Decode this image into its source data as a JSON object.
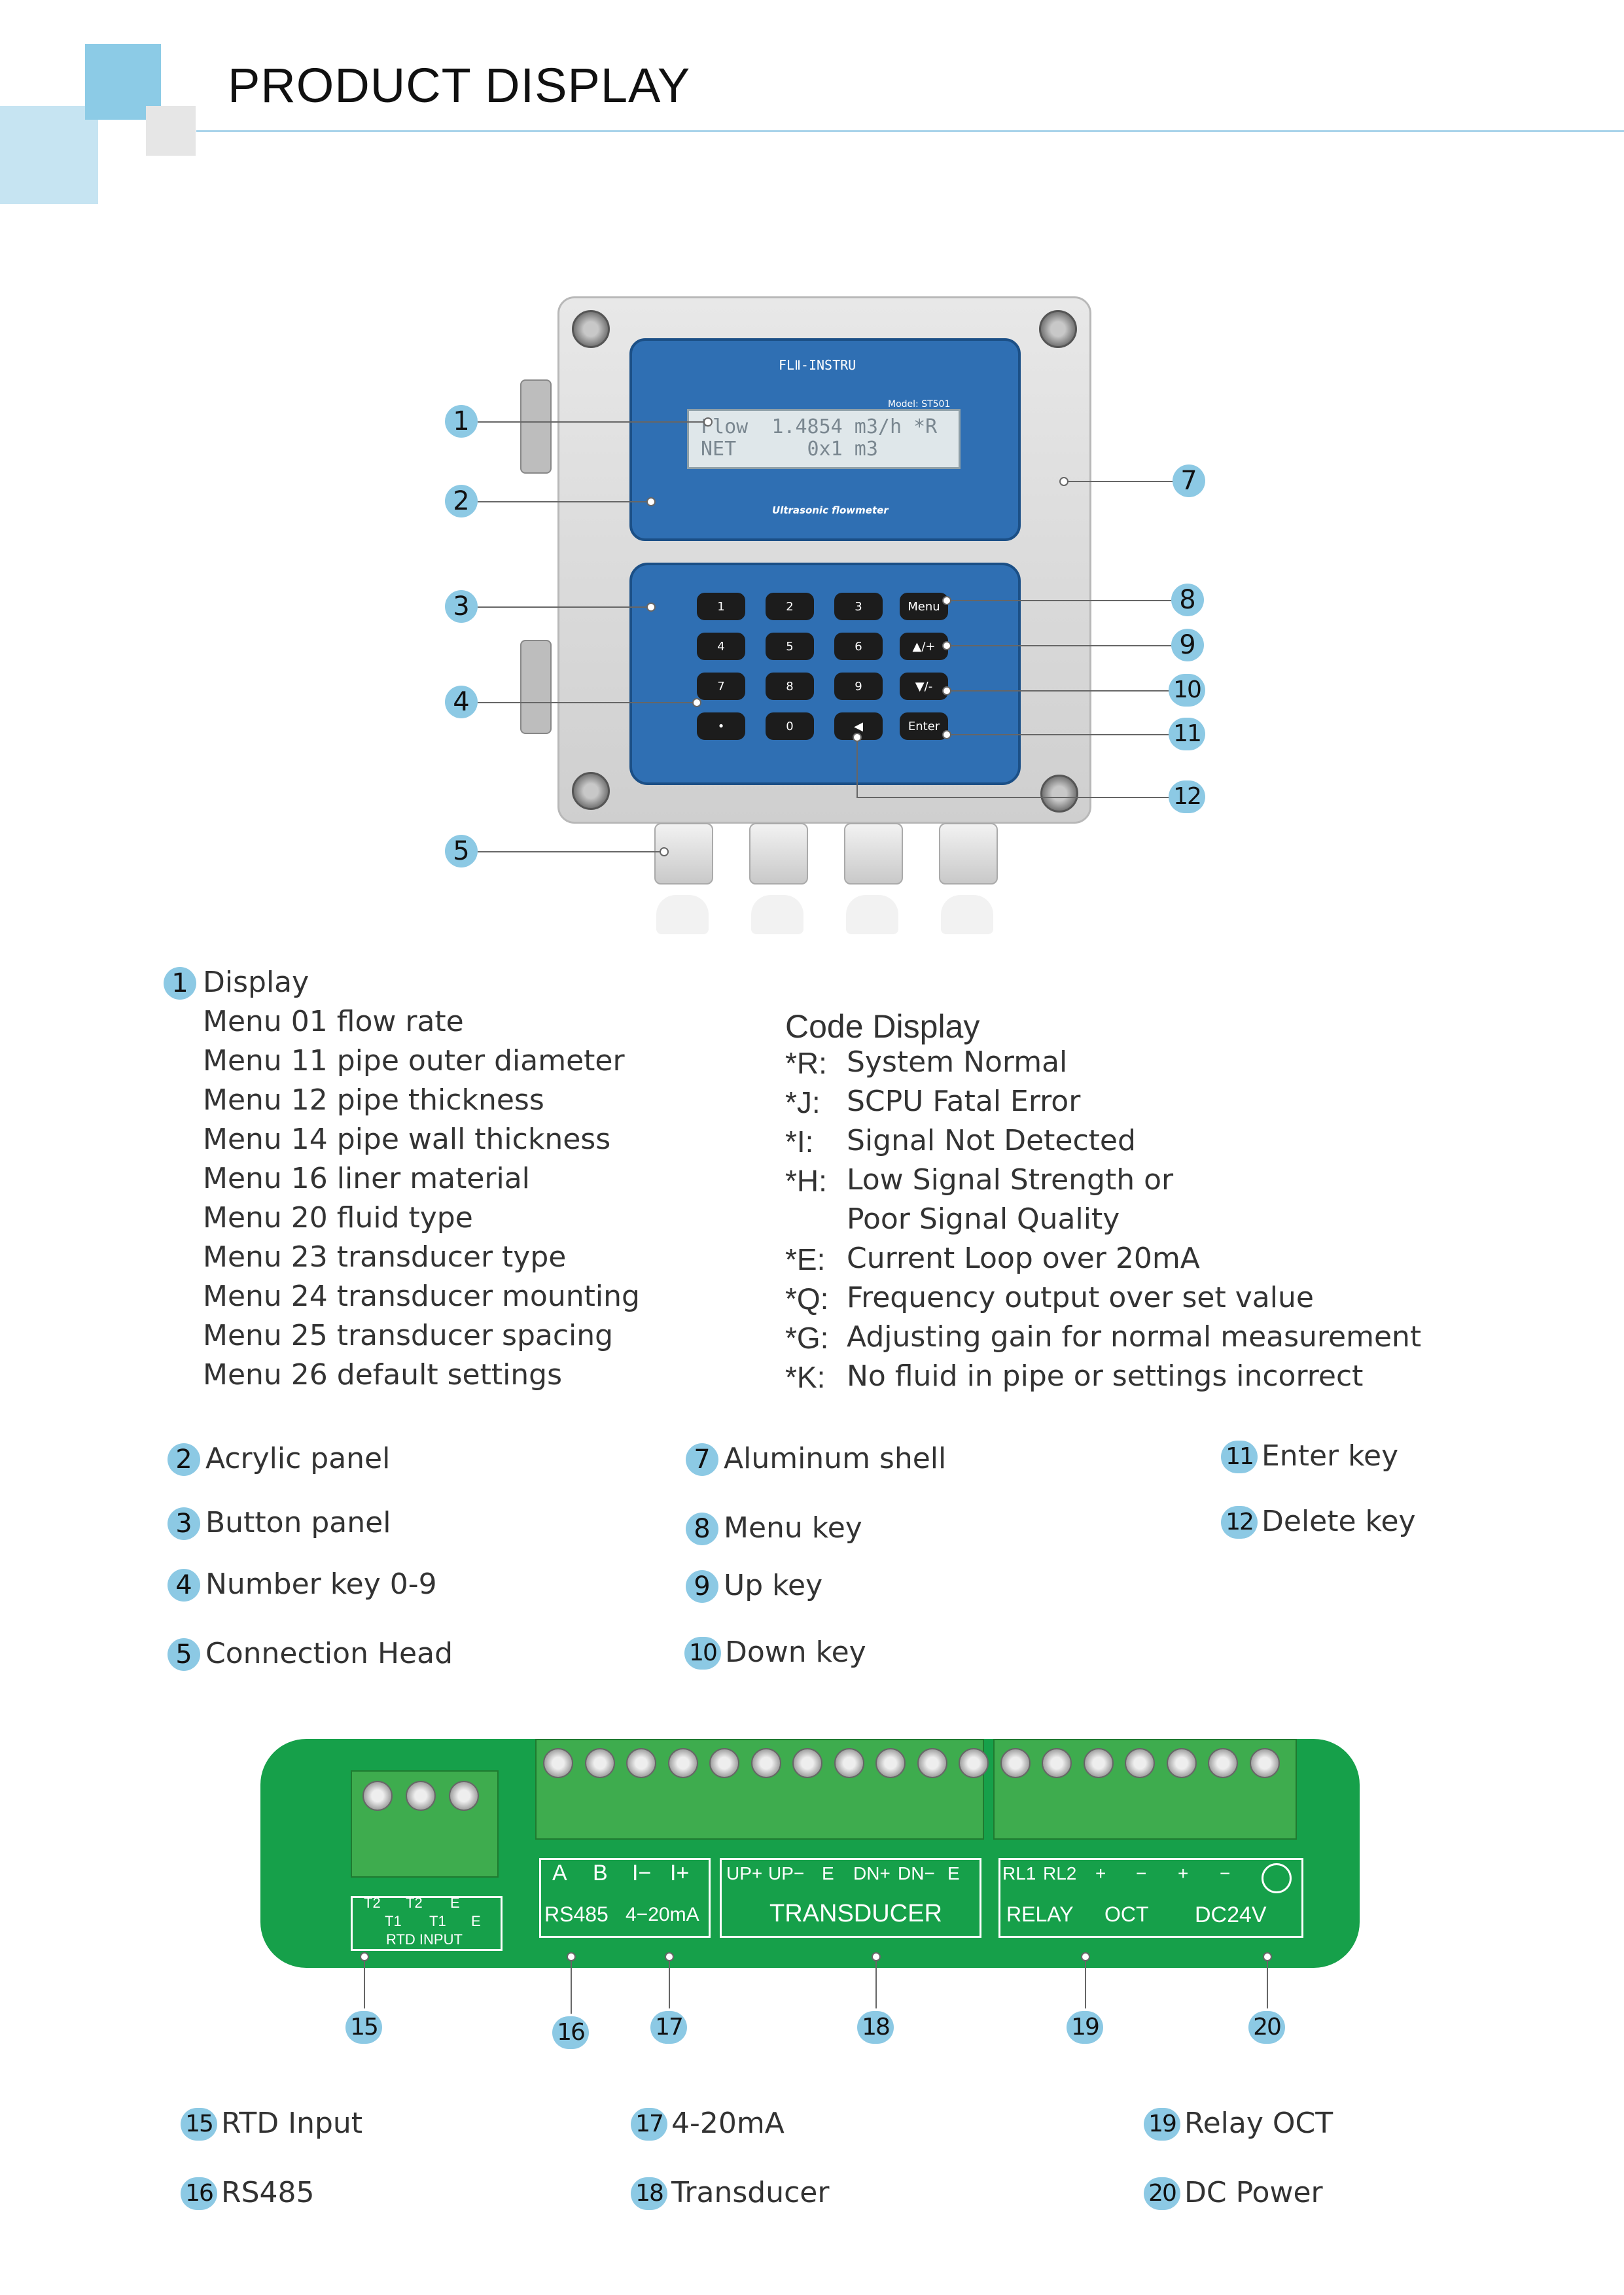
{
  "header": {
    "title": "PRODUCT DISPLAY"
  },
  "device": {
    "brand": "FLⅡ-INSTRU",
    "model": "Model: ST501",
    "lcd_line1": "Flow  1.4854 m3/h *R",
    "lcd_line2": "NET      0x1 m3",
    "subtitle": "Ultrasonic flowmeter",
    "keys": [
      "1",
      "2",
      "3",
      "Menu",
      "4",
      "5",
      "6",
      "▲/+",
      "7",
      "8",
      "9",
      "▼/-",
      "•",
      "0",
      "◀",
      "Enter"
    ]
  },
  "callouts_top": [
    "1",
    "2",
    "3",
    "4",
    "5",
    "7",
    "8",
    "9",
    "10",
    "11",
    "12"
  ],
  "display_section": {
    "num": "1",
    "label": "Display",
    "menus": [
      "Menu 01 flow rate",
      "Menu 11 pipe outer diameter",
      "Menu 12 pipe thickness",
      "Menu 14 pipe wall thickness",
      "Menu 16 liner material",
      "Menu 20 fluid type",
      "Menu 23 transducer type",
      "Menu 24 transducer mounting",
      "Menu 25 transducer spacing",
      "Menu 26 default settings"
    ]
  },
  "code_display": {
    "title": "Code Display",
    "codes": [
      {
        "code": "*R:",
        "desc": "System Normal"
      },
      {
        "code": "*J:",
        "desc": "SCPU Fatal Error"
      },
      {
        "code": "*I:",
        "desc": "Signal Not Detected"
      },
      {
        "code": "*H:",
        "desc": "Low Signal Strength or"
      },
      {
        "code": "",
        "desc": "Poor Signal Quality"
      },
      {
        "code": "*E:",
        "desc": "Current Loop over 20mA"
      },
      {
        "code": "*Q:",
        "desc": "Frequency output over set value"
      },
      {
        "code": "*G:",
        "desc": "Adjusting gain for normal measurement"
      },
      {
        "code": "*K:",
        "desc": "No fluid in pipe or settings incorrect"
      }
    ]
  },
  "legend": [
    {
      "num": "2",
      "label": "Acrylic panel"
    },
    {
      "num": "3",
      "label": "Button panel"
    },
    {
      "num": "4",
      "label": "Number key 0-9"
    },
    {
      "num": "5",
      "label": "Connection Head"
    },
    {
      "num": "7",
      "label": "Aluminum shell"
    },
    {
      "num": "8",
      "label": "Menu key"
    },
    {
      "num": "9",
      "label": "Up key"
    },
    {
      "num": "10",
      "label": "Down key"
    },
    {
      "num": "11",
      "label": "Enter key"
    },
    {
      "num": "12",
      "label": "Delete key"
    }
  ],
  "board": {
    "rtd_top": [
      "T2",
      "T2",
      "E"
    ],
    "rtd_mid": [
      "T1",
      "T1",
      "E"
    ],
    "rtd_label": "RTD INPUT",
    "terms1": [
      "A",
      "B",
      "I−",
      "I+"
    ],
    "rs485": "RS485",
    "ma": "4−20mA",
    "terms2": [
      "UP+",
      "UP−",
      "E",
      "DN+",
      "DN−",
      "E"
    ],
    "transducer": "TRANSDUCER",
    "terms3": [
      "RL1",
      "RL2",
      "+",
      "−",
      "+",
      "−"
    ],
    "relay": "RELAY",
    "oct": "OCT",
    "dc": "DC24V"
  },
  "callouts_board": [
    "15",
    "16",
    "17",
    "18",
    "19",
    "20"
  ],
  "legend_bottom": [
    {
      "num": "15",
      "label": "RTD Input"
    },
    {
      "num": "16",
      "label": "RS485"
    },
    {
      "num": "17",
      "label": "4-20mA"
    },
    {
      "num": "18",
      "label": "Transducer"
    },
    {
      "num": "19",
      "label": "Relay OCT"
    },
    {
      "num": "20",
      "label": "DC Power"
    }
  ]
}
